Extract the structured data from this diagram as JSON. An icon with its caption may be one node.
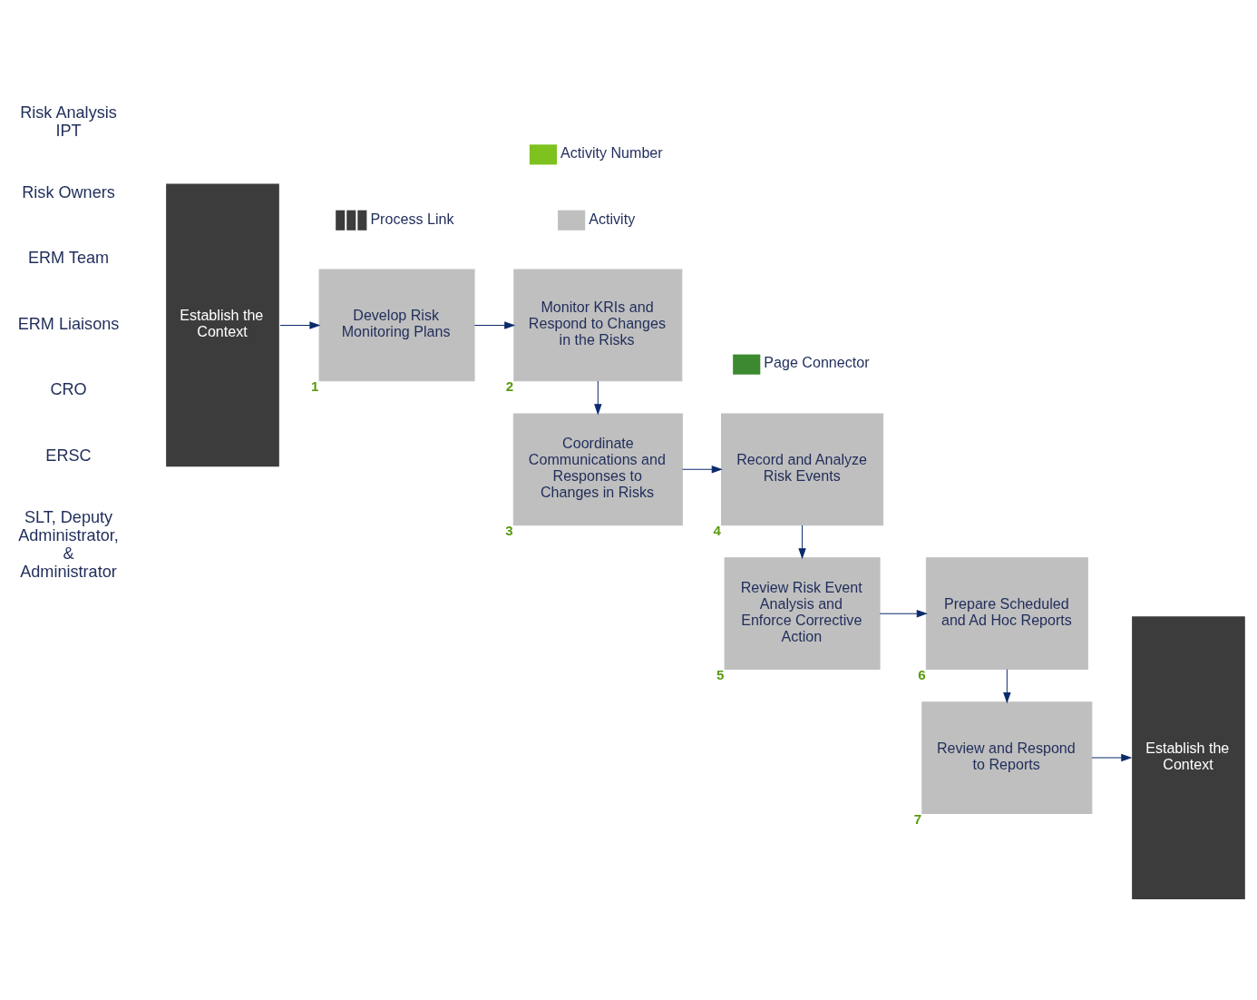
{
  "diagram": {
    "nodes": [
      {
        "text": [
          "Establish the Context"
        ]
      },
      {
        "text": [
          "Develop Risk Monitoring Plans"
        ],
        "beside": [
          "1"
        ]
      },
      {
        "text": [
          "Monitor KRIs and Respond to Changes in the Risks"
        ],
        "beside": [
          "2"
        ]
      },
      {
        "text": [
          "Coordinate Communications and Responses to Changes in Risks"
        ],
        "beside": [
          "3"
        ]
      },
      {
        "text": [
          "Record and Analyze Risk Events"
        ],
        "beside": [
          "4"
        ]
      },
      {
        "text": [
          "Review Risk Event Analysis and Enforce Corrective Action"
        ],
        "beside": [
          "5"
        ]
      },
      {
        "text": [
          "Prepare Scheduled and Ad Hoc Reports"
        ],
        "beside": [
          "6"
        ]
      },
      {
        "text": [
          "Review and Respond to Reports"
        ],
        "beside": [
          "7"
        ]
      },
      {
        "text": [
          "Establish the Context"
        ]
      }
    ],
    "edges": [
      {
        "from": 0,
        "to": 1,
        "arrow": "to"
      },
      {
        "from": 1,
        "to": 2,
        "arrow": "to"
      },
      {
        "from": 2,
        "to": 3,
        "arrow": "to"
      },
      {
        "from": 3,
        "to": 4,
        "arrow": "to"
      },
      {
        "from": 4,
        "to": 5,
        "arrow": "to"
      },
      {
        "from": 5,
        "to": 6,
        "arrow": "to"
      },
      {
        "from": 6,
        "to": 7,
        "arrow": "to"
      },
      {
        "from": 7,
        "to": 8,
        "arrow": "to"
      }
    ],
    "labels": [
      "Risk Analysis IPT",
      "Risk Owners",
      "ERM Team",
      "ERM Liaisons",
      "CRO",
      "ERSC",
      "SLT, Deputy Administrator, & Administrator"
    ],
    "legend": [
      {
        "text": "Process Link"
      },
      {
        "text": "Activity",
        "color": "#bfbfbf"
      },
      {
        "text": "Activity Number",
        "color": "#7dc21e"
      },
      {
        "text": "Page Connector",
        "color": "#3b8a2f"
      }
    ]
  }
}
